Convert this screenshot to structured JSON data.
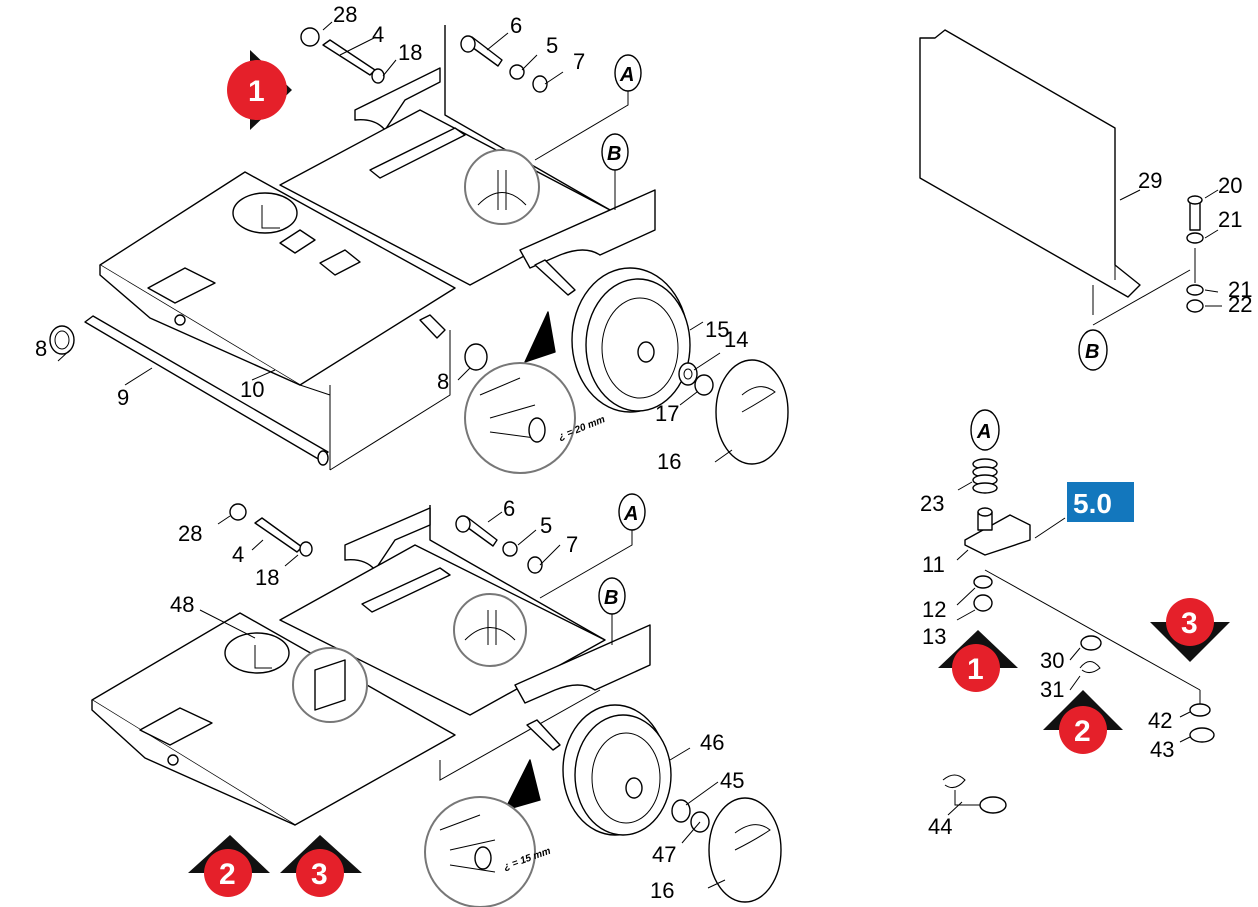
{
  "colors": {
    "marker_red": "#e5202a",
    "marker_dark": "#111111",
    "badge_blue": "#1377bd",
    "ink": "#000000"
  },
  "badge": "5.0",
  "detail_letters": {
    "a": "A",
    "b": "B"
  },
  "dimensions": {
    "top": "¿ = 20 mm",
    "bottom": "¿ = 15 mm"
  },
  "markers": {
    "m1": "1",
    "m2": "2",
    "m3": "3"
  },
  "labels": {
    "n28": "28",
    "n4": "4",
    "n18": "18",
    "n6": "6",
    "n5": "5",
    "n7": "7",
    "n8": "8",
    "n9": "9",
    "n10": "10",
    "n15": "15",
    "n14": "14",
    "n17": "17",
    "n16": "16",
    "n48": "48",
    "n46": "46",
    "n45": "45",
    "n47": "47",
    "n29": "29",
    "n20": "20",
    "n21": "21",
    "n22": "22",
    "n23": "23",
    "n11": "11",
    "n12": "12",
    "n13": "13",
    "n30": "30",
    "n31": "31",
    "n42": "42",
    "n43": "43",
    "n44": "44"
  }
}
